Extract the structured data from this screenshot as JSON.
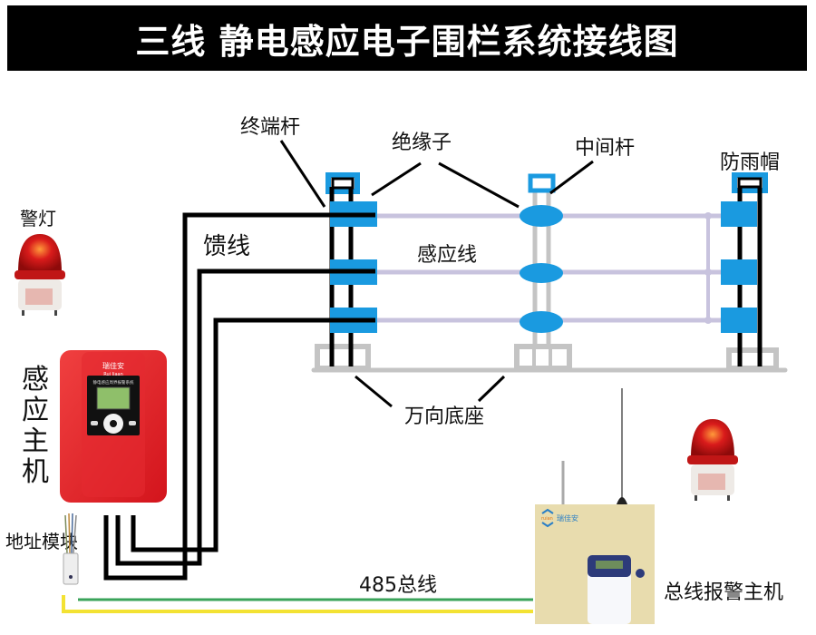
{
  "title": "三线 静电感应电子围栏系统接线图",
  "labels": {
    "terminal_pole": "终端杆",
    "insulator": "绝缘子",
    "middle_pole": "中间杆",
    "rain_cap": "防雨帽",
    "warning_light": "警灯",
    "feed_wire": "馈线",
    "sensing_wire": "感应线",
    "universal_base": "万向底座",
    "sensing_host": [
      "感",
      "应",
      "主",
      "机"
    ],
    "address_module": "地址模块",
    "bus_485": "485总线",
    "bus_alarm_host": "总线报警主机"
  },
  "sensing_device": {
    "brand": "瑞佳安",
    "brand_en": "Rui Jiaan",
    "panel_title": "静电感应周界报警系统"
  },
  "alarm_host_device": {
    "logo_text": "ruian",
    "brand": "瑞佳安"
  },
  "colors": {
    "title_bg": "#000000",
    "insulator": "#1a9ae0",
    "sensing_wire": "#c8c3de",
    "pole_gray": "#c4c4c4",
    "bus_green": "#3aa35a",
    "bus_yellow": "#f3e233",
    "device_red": "#e8262d",
    "host_beige": "#e8dcae"
  }
}
